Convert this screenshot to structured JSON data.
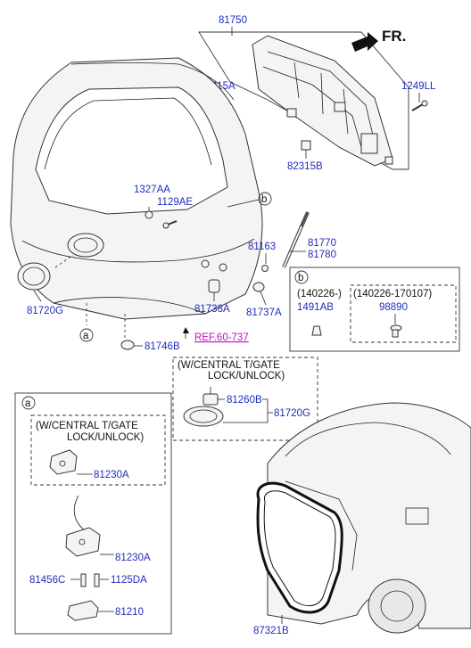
{
  "orientation_label": "FR.",
  "part_numbers": {
    "p81750": "81750",
    "p82315A": "82315A",
    "p1249LL": "1249LL",
    "p82315B": "82315B",
    "p1327AA": "1327AA",
    "p1129AE": "1129AE",
    "p81163": "81163",
    "p81770": "81770",
    "p81780": "81780",
    "p81720G_main": "81720G",
    "p81738A": "81738A",
    "p81737A": "81737A",
    "p81746B": "81746B",
    "p1491AB": "1491AB",
    "p98890": "98890",
    "p81260B": "81260B",
    "p81720G_sub": "81720G",
    "p81230A_top": "81230A",
    "p81230A_mid": "81230A",
    "p81456C": "81456C",
    "p1125DA": "1125DA",
    "p81210": "81210",
    "p87321B": "87321B"
  },
  "reference": "REF.60-737",
  "callouts": {
    "a": "a",
    "b": "b"
  },
  "panel_b": {
    "title": "b",
    "date_left": "(140226-)",
    "date_right": "(140226-170107)"
  },
  "central_lock_box": {
    "line1": "(W/CENTRAL T/GATE",
    "line2": "LOCK/UNLOCK)"
  },
  "panel_a": {
    "title": "a",
    "line1": "(W/CENTRAL T/GATE",
    "line2": "LOCK/UNLOCK)"
  }
}
